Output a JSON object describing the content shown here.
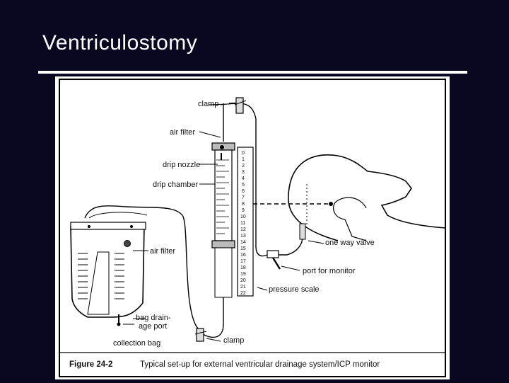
{
  "slide": {
    "title": "Ventriculostomy"
  },
  "figure": {
    "labels": {
      "clamp_top": "clamp",
      "air_filter_top": "air filter",
      "drip_nozzle": "drip nozzle",
      "drip_chamber": "drip chamber",
      "air_filter_bag": "air filter",
      "bag_drainage_port_1": "bag drain-",
      "bag_drainage_port_2": "age port",
      "collection_bag": "collection bag",
      "clamp_bottom": "clamp",
      "one_way_valve": "one way valve",
      "port_for_monitor": "port for monitor",
      "pressure_scale": "pressure scale"
    },
    "scale_numbers": [
      "0",
      "1",
      "2",
      "3",
      "4",
      "5",
      "6",
      "7",
      "8",
      "9",
      "10",
      "11",
      "12",
      "13",
      "14",
      "15",
      "16",
      "17",
      "18",
      "19",
      "20",
      "21",
      "22"
    ],
    "caption_number": "Figure 24-2",
    "caption_text": "Typical set-up for external ventricular drainage system/ICP monitor"
  }
}
